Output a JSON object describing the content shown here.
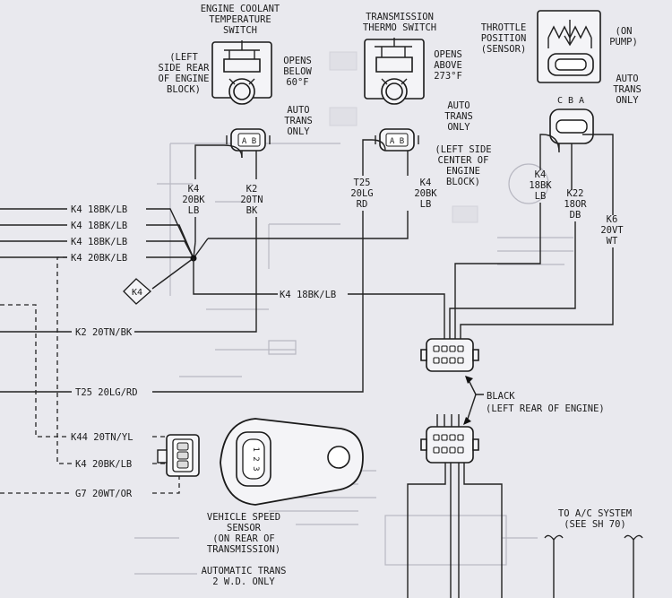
{
  "diagram": {
    "coolant_switch": {
      "title": [
        "ENGINE COOLANT",
        "TEMPERATURE",
        "SWITCH"
      ],
      "location": [
        "(LEFT",
        "SIDE REAR",
        "OF ENGINE",
        "BLOCK)"
      ],
      "opens": [
        "OPENS",
        "BELOW",
        "60°F"
      ],
      "pins": "A B",
      "wire_left": [
        "K4",
        "20BK",
        "LB"
      ],
      "wire_right": [
        "K2",
        "20TN",
        "BK"
      ]
    },
    "auto_trans_only_1": [
      "AUTO",
      "TRANS",
      "ONLY"
    ],
    "trans_thermo_switch": {
      "title": [
        "TRANSMISSION",
        "THERMO SWITCH"
      ],
      "opens": [
        "OPENS",
        "ABOVE",
        "273°F"
      ],
      "auto_trans": [
        "AUTO",
        "TRANS",
        "ONLY"
      ],
      "location": [
        "(LEFT SIDE",
        "CENTER OF",
        "ENGINE",
        "BLOCK)"
      ],
      "pins": "A B",
      "wire_left": [
        "T25",
        "20LG",
        "RD"
      ],
      "wire_right": [
        "K4",
        "20BK",
        "LB"
      ]
    },
    "tps": {
      "title": [
        "THROTTLE",
        "POSITION",
        "(SENSOR)"
      ],
      "on_pump": [
        "(ON",
        "PUMP)"
      ],
      "auto_trans": [
        "AUTO",
        "TRANS",
        "ONLY"
      ],
      "pins": "C B A",
      "wire_1": [
        "K4",
        "18BK",
        "LB"
      ],
      "wire_2": [
        "K22",
        "18OR",
        "DB"
      ],
      "wire_3": [
        "K6",
        "20VT",
        "WT"
      ]
    },
    "left_wires": [
      "K4 18BK/LB",
      "K4 18BK/LB",
      "K4 18BK/LB",
      "K4 20BK/LB",
      "K2 20TN/BK",
      "T25 20LG/RD",
      "K44 20TN/YL",
      "K4 20BK/LB",
      "G7 20WT/OR"
    ],
    "splice_tag": "K4",
    "bus_wire": "K4 18BK/LB",
    "black_connector": [
      "BLACK",
      "(LEFT REAR OF ENGINE)"
    ],
    "vss": {
      "pins": "1 2 3",
      "label": [
        "VEHICLE SPEED",
        "SENSOR",
        "(ON REAR OF",
        "TRANSMISSION)"
      ],
      "note": [
        "AUTOMATIC TRANS",
        "2 W.D. ONLY"
      ]
    },
    "ac_system": [
      "TO A/C SYSTEM",
      "(SEE SH 70)"
    ]
  }
}
